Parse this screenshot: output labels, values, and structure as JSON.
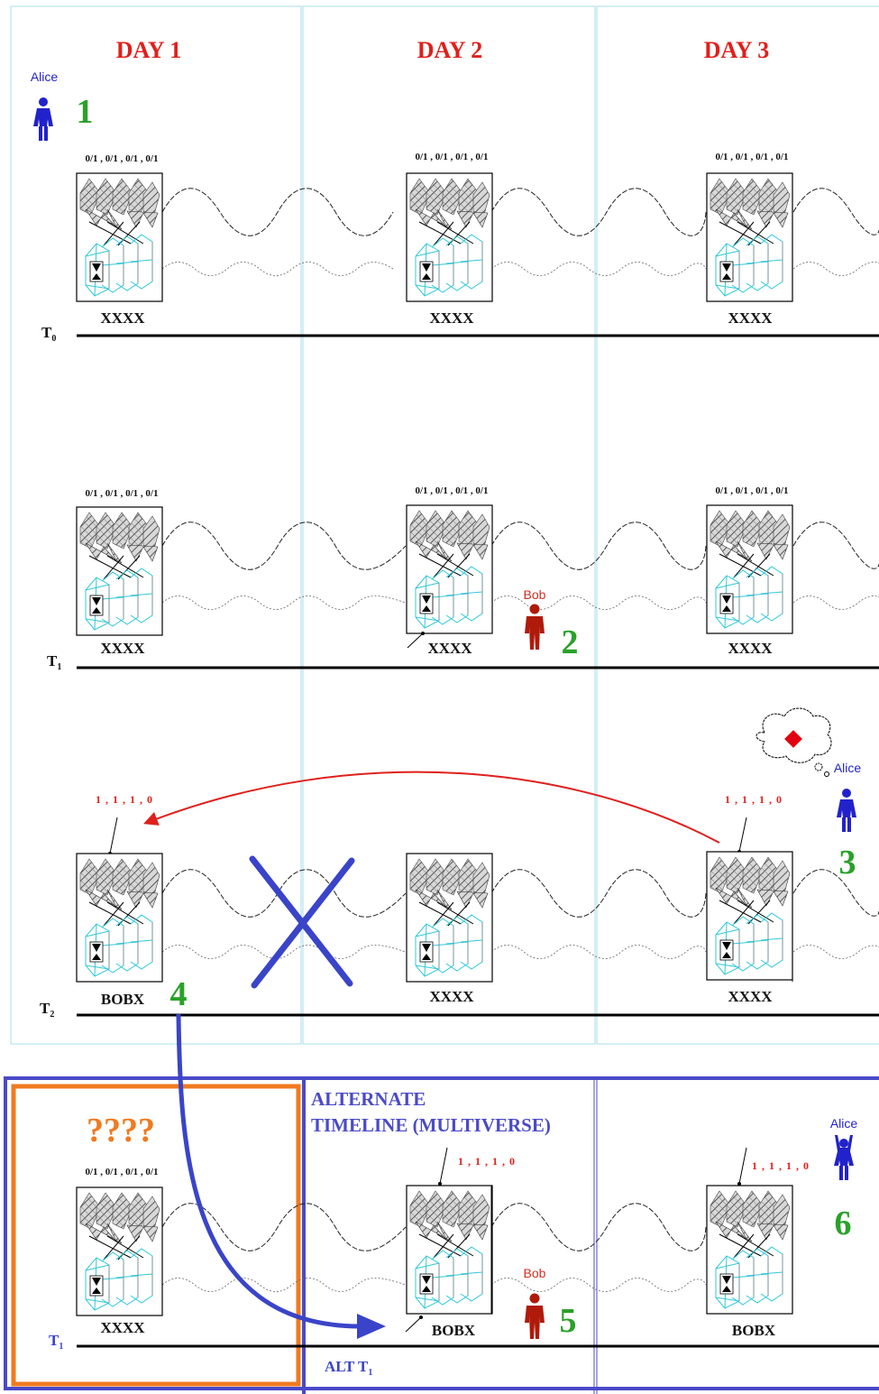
{
  "days": [
    "DAY 1",
    "DAY 2",
    "DAY 3"
  ],
  "time_labels": {
    "t0": {
      "main": "T",
      "sub": "0"
    },
    "t1": {
      "main": "T",
      "sub": "1"
    },
    "t2": {
      "main": "T",
      "sub": "2"
    },
    "t1_alt": {
      "main": "T",
      "sub": "1"
    },
    "alt_t1": {
      "prefix": "ALT T",
      "sub": "1"
    }
  },
  "memory_states": {
    "superposition": "0/1 , 0/1 , 0/1 , 0/1",
    "written": "1 , 1 , 1 , 0"
  },
  "contents": {
    "unknown": "XXXX",
    "bob": "BOBX"
  },
  "people": {
    "alice": "Alice",
    "bob": "Bob"
  },
  "steps": [
    "1",
    "2",
    "3",
    "4",
    "5",
    "6"
  ],
  "alternate_title_line1": "ALTERNATE",
  "alternate_title_line2": "TIMELINE (MULTIVERSE)",
  "unknown_marker": "????",
  "colors": {
    "day_red": "#e0201c",
    "step_green": "#2aa12a",
    "alice_blue": "#2222cc",
    "bob_red": "#b01a0a",
    "alt_blue": "#4a4ac8",
    "box_orange": "#f07a20",
    "grid_cyan": "#a8dce8",
    "crystal_cyan": "#30c8d8"
  }
}
